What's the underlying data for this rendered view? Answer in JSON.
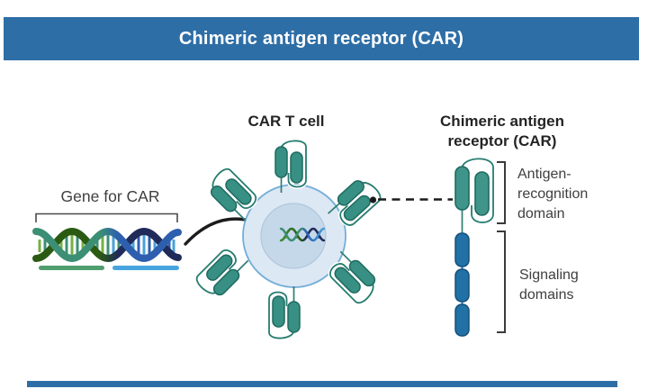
{
  "header": {
    "title": "Chimeric antigen receptor (CAR)"
  },
  "labels": {
    "cell_title": "CAR T cell",
    "receptor_title": [
      "Chimeric antigen",
      "receptor (CAR)"
    ],
    "gene": "Gene for CAR",
    "antigen_domain": [
      "Antigen-",
      "recognition",
      "domain"
    ],
    "signaling_domain": [
      "Signaling",
      "domains"
    ]
  },
  "colors": {
    "header_bar": "#2e6ea6",
    "footer_bar": "#2e6ea6",
    "header_text": "#ffffff",
    "receptor_teal": "#379083",
    "receptor_teal_border": "#1e6a60",
    "signaling_blue": "#2171a7",
    "cell_fill": "#dce8f4",
    "cell_border": "#74aed8",
    "nucleus_fill": "#c5d8ea",
    "gene_green_bar": "#4f9e6e",
    "gene_blue_bar": "#48a4de",
    "dna_dark_green": "#2b5a13",
    "dna_teal_green": "#3c8f74",
    "dna_navy": "#202b5a",
    "dna_blue": "#2d5fae",
    "arrow_black": "#1c1c1c",
    "label_text": "#3f3f3f",
    "title_text": "#242424"
  }
}
